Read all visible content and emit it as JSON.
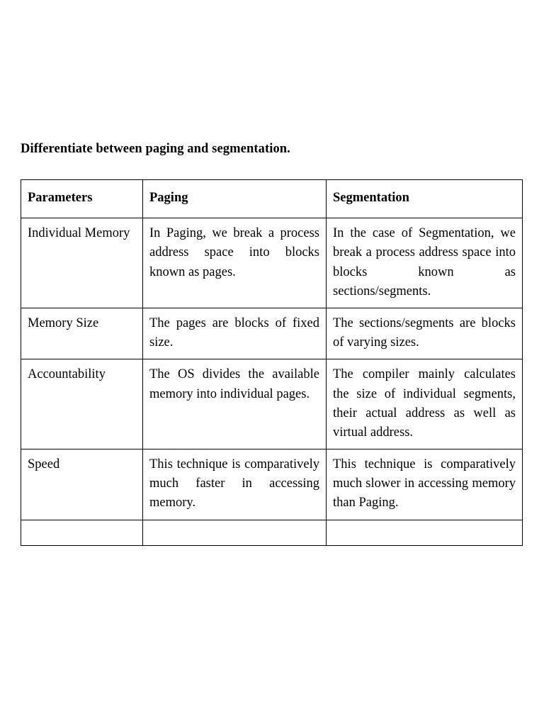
{
  "document": {
    "title": "Differentiate between paging and segmentation.",
    "table": {
      "headers": [
        "Parameters",
        "Paging",
        "Segmentation"
      ],
      "rows": [
        {
          "parameter": "Individual Memory",
          "paging": "In Paging, we break a process address space into blocks known as pages.",
          "segmentation": "In the case of Segmentation, we break a process address space into blocks known as sections/segments."
        },
        {
          "parameter": "Memory Size",
          "paging": "The pages are blocks of fixed size.",
          "segmentation": "The sections/segments are blocks of varying sizes."
        },
        {
          "parameter": "Accountability",
          "paging": "The OS divides the available memory into individual pages.",
          "segmentation": "The compiler mainly calculates the size of individual segments, their actual address as well as virtual address."
        },
        {
          "parameter": "Speed",
          "paging": "This technique is comparatively much faster in accessing memory.",
          "segmentation": "This technique is comparatively much slower in accessing memory than Paging."
        }
      ]
    }
  }
}
